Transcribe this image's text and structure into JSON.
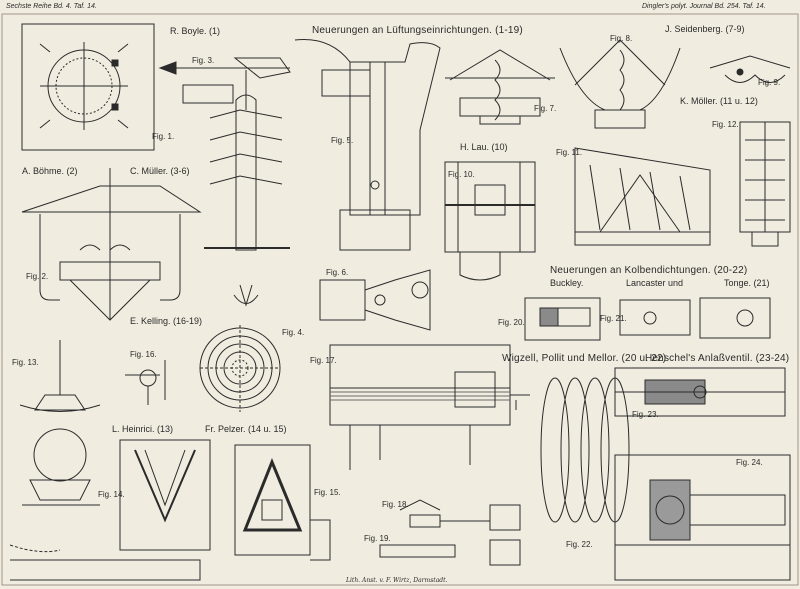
{
  "header": {
    "left": "Sechste Reihe Bd. 4. Taf. 14.",
    "right": "Dingler's polyt. Journal Bd. 254. Taf. 14."
  },
  "section_titles": {
    "ventilation": "Neuerungen an Lüftungseinrichtungen. (1-19)",
    "piston": "Neuerungen an Kolbendichtungen. (20-22)",
    "wigzell": "Wigzell, Pollit und Mellor. (20 u. 22)",
    "henschel": "Henschel's Anlaßventil. (23-24)"
  },
  "authors": {
    "boyle": "R. Boyle. (1)",
    "seidenberg": "J. Seidenberg. (7-9)",
    "moeller_k": "K. Möller. (11 u. 12)",
    "boehme": "A. Böhme. (2)",
    "mueller_c": "C. Müller. (3-6)",
    "lau": "H. Lau. (10)",
    "kelling": "E. Kelling. (16-19)",
    "buckley": "Buckley.",
    "lancaster": "Lancaster und",
    "tonge": "Tonge. (21)",
    "heinrici": "L. Heinrici. (13)",
    "pelzer": "Fr. Pelzer. (14 u. 15)"
  },
  "figures": {
    "f1": "Fig. 1.",
    "f2": "Fig. 2.",
    "f3": "Fig. 3.",
    "f4": "Fig. 4.",
    "f5": "Fig. 5.",
    "f6": "Fig. 6.",
    "f7": "Fig. 7.",
    "f8": "Fig. 8.",
    "f9": "Fig. 9.",
    "f10": "Fig. 10.",
    "f11": "Fig. 11.",
    "f12": "Fig. 12.",
    "f13": "Fig. 13.",
    "f14": "Fig. 14.",
    "f15": "Fig. 15.",
    "f16": "Fig. 16.",
    "f17": "Fig. 17.",
    "f18": "Fig. 18.",
    "f19": "Fig. 19.",
    "f20": "Fig. 20.",
    "f21": "Fig. 21.",
    "f22": "Fig. 22.",
    "f23": "Fig. 23.",
    "f24": "Fig. 24."
  },
  "footer": {
    "imprint": "Lith. Anst. v. F. Wirtz, Darmstadt."
  }
}
